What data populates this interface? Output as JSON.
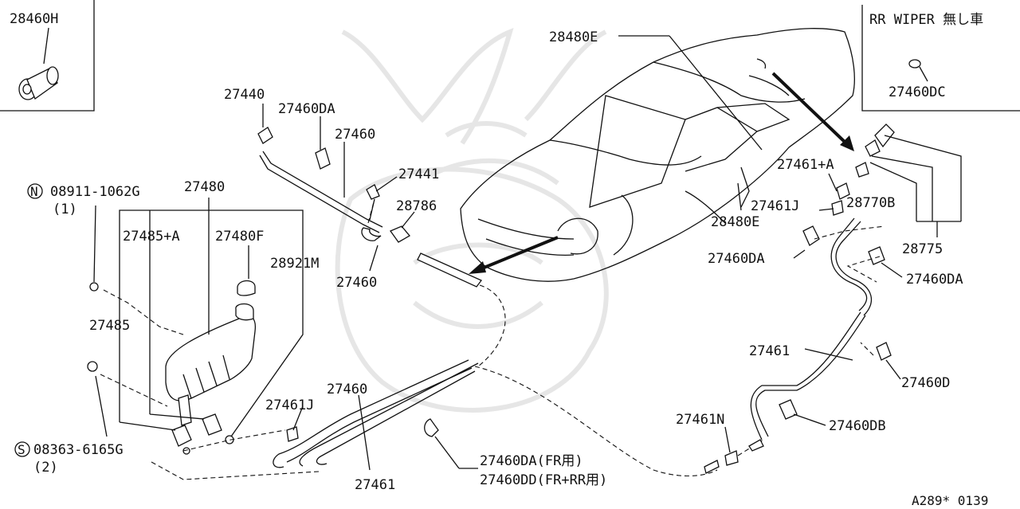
{
  "inset_left": {
    "part": "28460H"
  },
  "inset_right": {
    "title": "RR WIPER 無し車",
    "part": "27460DC"
  },
  "labels": {
    "p28480E_top": "28480E",
    "p27440": "27440",
    "p27460DA_1": "27460DA",
    "p27460_1": "27460",
    "p27441": "27441",
    "p28786": "28786",
    "p27460_2": "27460",
    "p27480": "27480",
    "p27485A": "27485+A",
    "p27480F": "27480F",
    "p28921M": "28921M",
    "p27485": "27485",
    "bolt_n": "08911-1062G",
    "bolt_n_qty": "(1)",
    "bolt_s": "08363-6165G",
    "bolt_s_qty": "(2)",
    "p27461J_1": "27461J",
    "p27460_3": "27460",
    "p27461_1": "27461",
    "p27460DA_fr": "27460DA(FR用)",
    "p27460DD": "27460DD(FR+RR用)",
    "p27461A": "27461+A",
    "p27461J_2": "27461J",
    "p28770B": "28770B",
    "p28480E_2": "28480E",
    "p28775": "28775",
    "p27460DA_2": "27460DA",
    "p27460DA_3": "27460DA",
    "p27461_2": "27461",
    "p27460D": "27460D",
    "p27461N": "27461N",
    "p27460DB": "27460DB"
  },
  "circle_marks": {
    "n": "N",
    "s": "S"
  },
  "footer_code": "A289* 0139"
}
